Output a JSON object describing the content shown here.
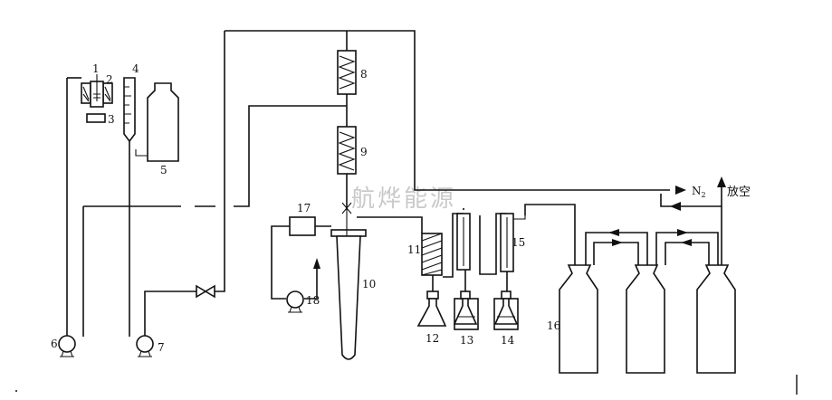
{
  "diagram": {
    "labels": {
      "n1": "1",
      "n2": "2",
      "n3": "3",
      "n4": "4",
      "n5": "5",
      "n6": "6",
      "n7": "7",
      "n8": "8",
      "n9": "9",
      "n10": "10",
      "n11": "11",
      "n12": "12",
      "n13": "13",
      "n14": "14",
      "n15": "15",
      "n16": "16",
      "n17": "17",
      "n18": "18"
    },
    "nitrogen_label": "N",
    "nitrogen_subscript": "2",
    "vent_label": "放空",
    "watermark": "航烨能源"
  }
}
